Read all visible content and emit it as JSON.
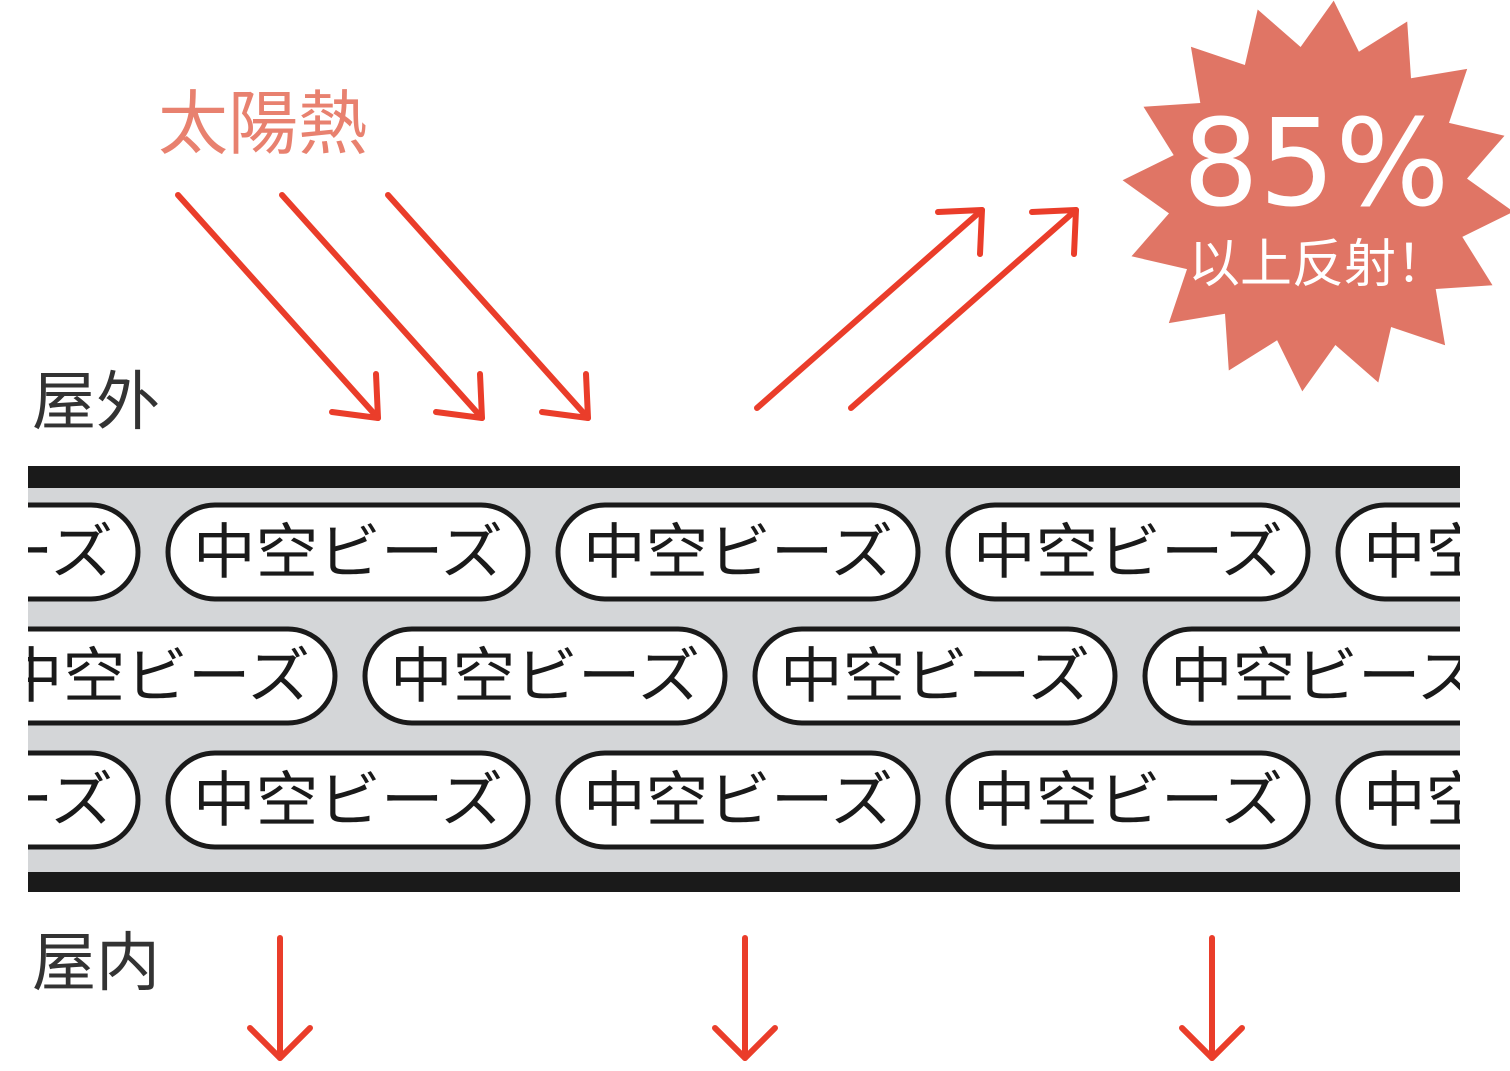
{
  "labels": {
    "solar_heat": "太陽熱",
    "outdoor": "屋外",
    "indoor": "屋内",
    "bead": "中空ビーズ"
  },
  "badge": {
    "percent": "85%",
    "text": "以上反射！"
  },
  "colors": {
    "arrow": "#ea3d2a",
    "solar_text": "#e8816f",
    "badge_fill": "#e07565",
    "layer_fill": "#d4d6d8",
    "layer_border": "#1a1a1a",
    "label_text": "#333333"
  }
}
